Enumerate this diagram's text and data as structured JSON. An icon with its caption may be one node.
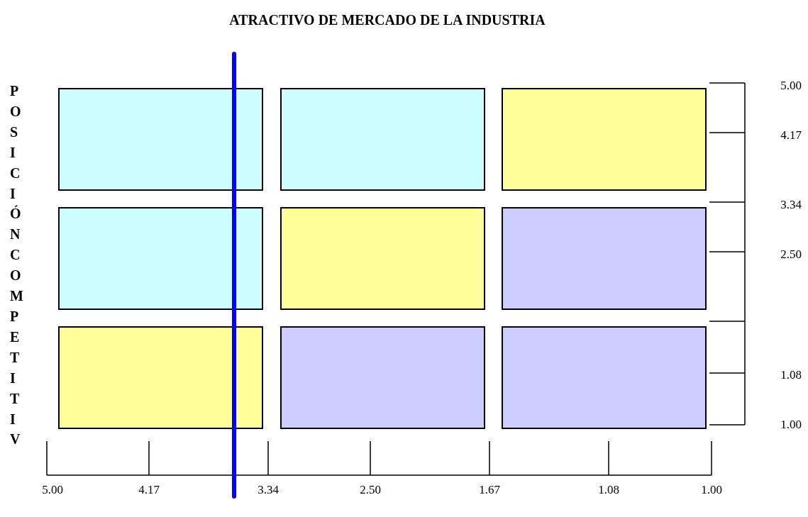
{
  "diagram": {
    "title": "ATRACTIVO DE MERCADO DE LA INDUSTRIA",
    "nodes": [
      {
        "text": [],
        "shape": "box"
      },
      {
        "text": [],
        "shape": "box"
      },
      {
        "text": [],
        "shape": "box"
      },
      {
        "text": [],
        "shape": "box"
      },
      {
        "text": [],
        "shape": "box"
      },
      {
        "text": [],
        "shape": "box"
      },
      {
        "text": [],
        "shape": "box"
      },
      {
        "text": [],
        "shape": "box"
      },
      {
        "text": [],
        "shape": "box"
      }
    ],
    "edges": [],
    "labels": [
      "POSICIÓN COMPETITIV",
      "5.00",
      "4.17",
      "3.34",
      "2.50",
      "1.08",
      "1.00",
      "5.00",
      "4.17",
      "3.34",
      "2.50",
      "1.67",
      "1.08",
      "1.00"
    ]
  }
}
